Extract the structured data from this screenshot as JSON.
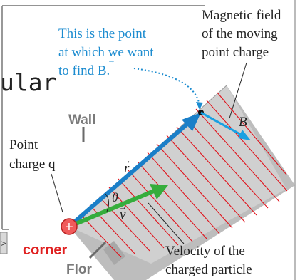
{
  "background_fragments": {
    "overlay_text": "ular",
    "side_arrow_glyph": ">"
  },
  "annotations": {
    "point_note": [
      "This is the point",
      "at which we want",
      "to find B."
    ],
    "field_label": [
      "Magnetic field",
      "of the moving",
      "point charge"
    ],
    "point_charge": [
      "Point",
      "charge q"
    ],
    "velocity_label": [
      "Velocity of the",
      "charged particle"
    ]
  },
  "labels": {
    "wall": "Wall",
    "corner": "corner",
    "floor": "Flor",
    "r_vector": "r",
    "v_vector": "v",
    "b_vector": "B",
    "theta": "θ",
    "plus_sign": "+"
  },
  "colors": {
    "wall": "#d0d0d0",
    "floor": "#bdbdbd",
    "hatch": "#e0121b",
    "r_arrow": "#1a7fc8",
    "v_arrow": "#35ad3c",
    "b_arrow": "#1aa0e2",
    "note_text": "#1c8cd0",
    "corner_text": "#e02020",
    "wall_floor_text": "#7a7a7a",
    "charge_fill": "#f05a5a"
  }
}
